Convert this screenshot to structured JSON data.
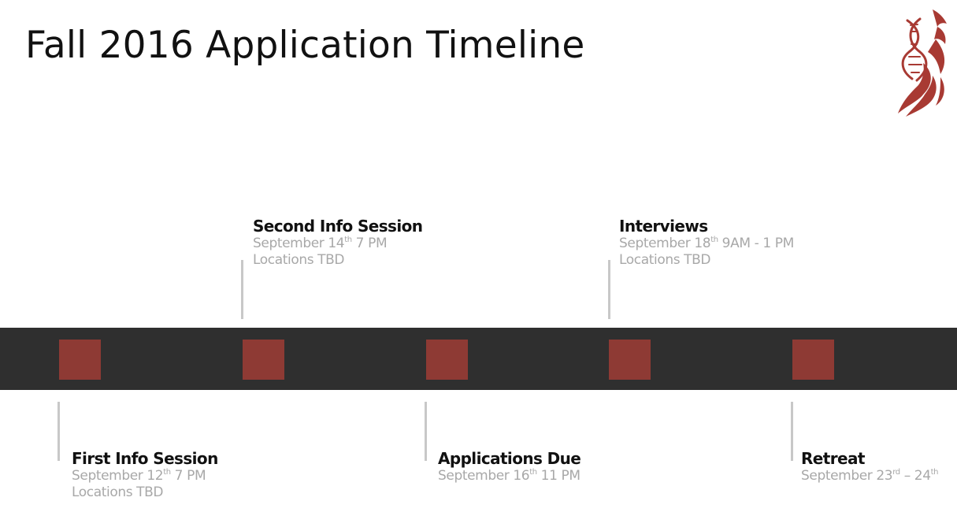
{
  "title": "Fall 2016 Application Timeline",
  "logo": {
    "icon": "phoenix-dna-logo-icon",
    "color": "#a83a33"
  },
  "colors": {
    "band": "#2f2f2f",
    "marker": "#8e3a34",
    "tick": "#c8c8c8",
    "detail_text": "#a8a8a8"
  },
  "events": [
    {
      "title": "First Info Session",
      "date": {
        "pre": "September 12",
        "sup": "th",
        "post": " 7 PM"
      },
      "location": "Locations TBD"
    },
    {
      "title": "Second Info Session",
      "date": {
        "pre": "September 14",
        "sup": "th",
        "post": " 7 PM"
      },
      "location": "Locations TBD"
    },
    {
      "title": "Applications Due",
      "date": {
        "pre": "September 16",
        "sup": "th",
        "post": " 11 PM"
      },
      "location": ""
    },
    {
      "title": "Interviews",
      "date": {
        "pre": "September 18",
        "sup": "th",
        "post": " 9AM - 1 PM"
      },
      "location": "Locations TBD"
    },
    {
      "title": "Retreat",
      "date": {
        "pre": "September 23",
        "sup": "rd",
        "post": " – 24",
        "sup2": "th"
      },
      "location": ""
    }
  ]
}
